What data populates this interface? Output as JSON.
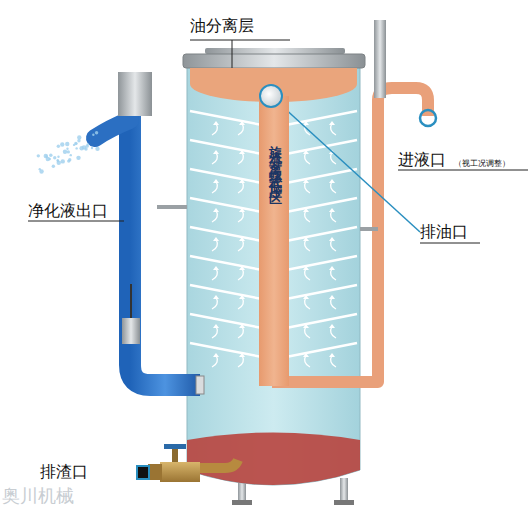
{
  "diagram": {
    "nodes": [
      {
        "text": [
          "油分离层"
        ]
      },
      {
        "text": [
          "旋流分离螺式低压区"
        ]
      }
    ],
    "edges": [],
    "labels": [
      "进液口",
      "（视工况调整）",
      "排油口",
      "净化液出口",
      "排渣口",
      "奥川机械"
    ]
  }
}
